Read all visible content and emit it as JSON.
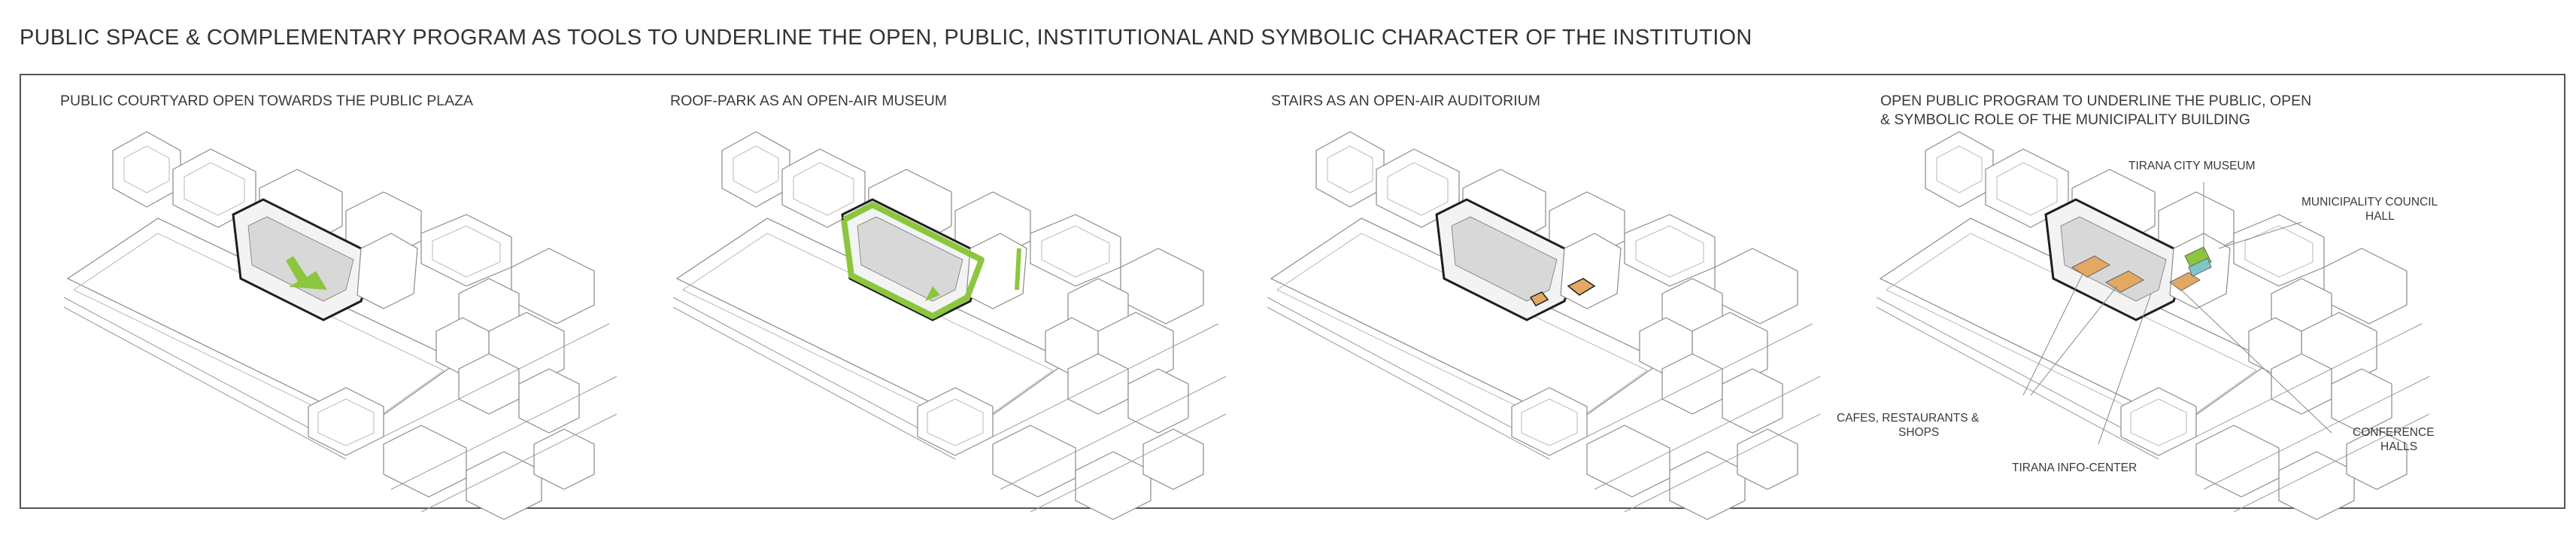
{
  "title": "PUBLIC SPACE & COMPLEMENTARY PROGRAM AS TOOLS TO UNDERLINE THE OPEN, PUBLIC, INSTITUTIONAL AND SYMBOLIC CHARACTER OF THE INSTITUTION",
  "panels": [
    {
      "title": "PUBLIC COURTYARD OPEN TOWARDS THE PUBLIC PLAZA"
    },
    {
      "title": "ROOF-PARK AS AN OPEN-AIR MUSEUM"
    },
    {
      "title": "STAIRS AS AN OPEN-AIR AUDITORIUM"
    },
    {
      "title_line1": "OPEN PUBLIC PROGRAM TO UNDERLINE THE PUBLIC, OPEN",
      "title_line2": "& SYMBOLIC ROLE OF THE MUNICIPALITY BUILDING"
    }
  ],
  "labels": {
    "museum": "TIRANA CITY MUSEUM",
    "council_line1": "MUNICIPALITY COUNCIL",
    "council_line2": "HALL",
    "cafes_line1": "CAFES, RESTAURANTS &",
    "cafes_line2": "SHOPS",
    "info_center": "TIRANA INFO-CENTER",
    "conference_line1": "CONFERENCE",
    "conference_line2": "HALLS"
  },
  "colors": {
    "green": "#8cc63f",
    "orange": "#e3a862",
    "teal": "#7fc6c9",
    "outline": "#1e1e1e"
  }
}
